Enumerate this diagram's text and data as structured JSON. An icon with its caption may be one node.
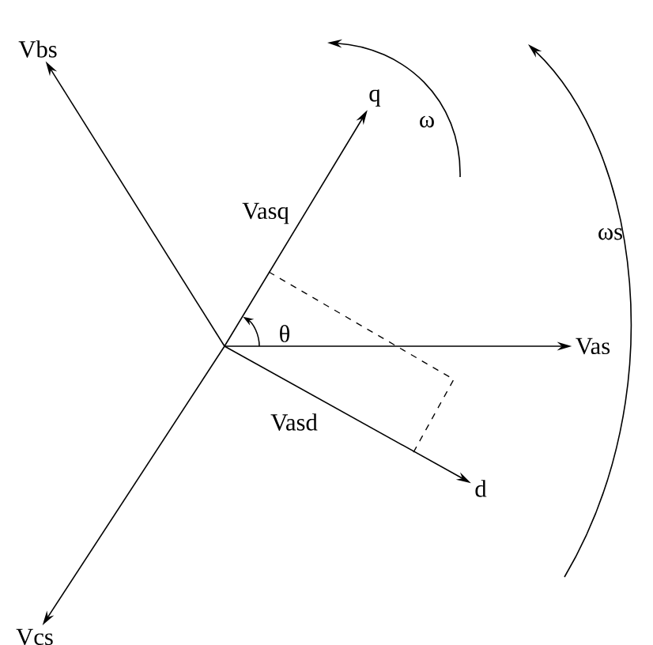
{
  "diagram": {
    "nodes": [
      {
        "text": [
          "Vbs"
        ]
      },
      {
        "text": [
          "q"
        ]
      },
      {
        "text": [
          "Vas"
        ]
      },
      {
        "text": [
          "d"
        ]
      },
      {
        "text": [
          "Vcs"
        ]
      }
    ],
    "edges": [
      {
        "from": null,
        "to": 0,
        "arrow": "to"
      },
      {
        "from": null,
        "to": 1,
        "arrow": "to"
      },
      {
        "from": null,
        "to": 2,
        "arrow": "to"
      },
      {
        "from": null,
        "to": 3,
        "arrow": "to"
      },
      {
        "from": null,
        "to": 4,
        "arrow": "to"
      }
    ],
    "labels": [
      "ω",
      "Vasq",
      "ωs",
      "θ",
      "Vasd"
    ]
  }
}
